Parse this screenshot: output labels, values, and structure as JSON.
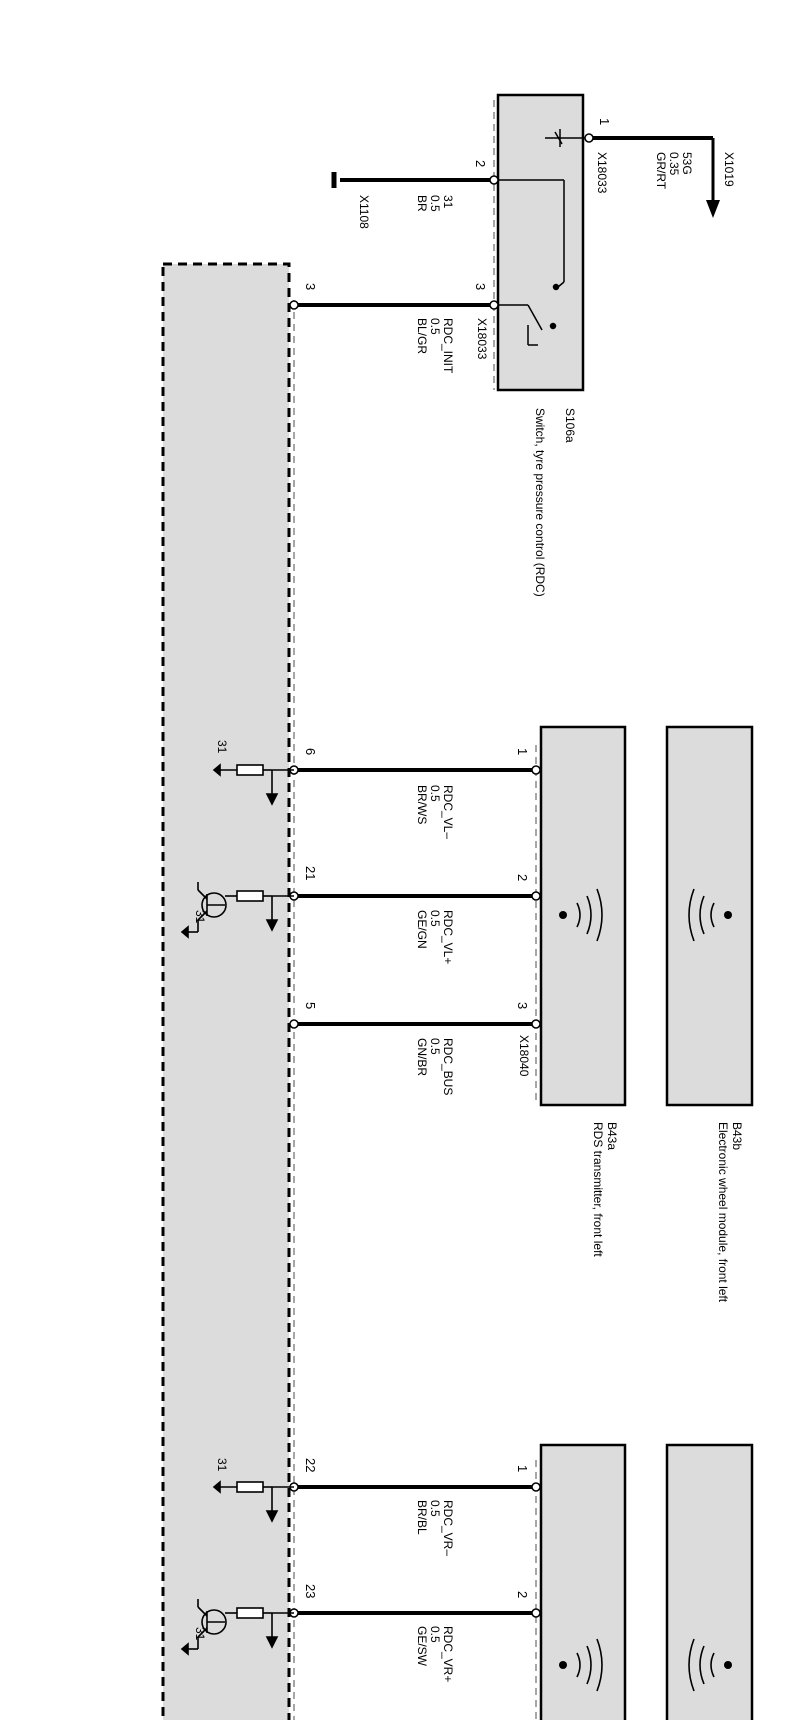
{
  "switch": {
    "id": "S106a",
    "name": "Switch, tyre pressure control (RDC)",
    "connector": "X18033",
    "pins": {
      "p1": "1",
      "p2": "2",
      "p3": "3"
    }
  },
  "ext": {
    "x1019": "X1019",
    "x1108": "X1108"
  },
  "wires": {
    "w53g": {
      "signal": "53G",
      "cs": "0.35",
      "color": "GR/RT"
    },
    "w31": {
      "signal": "31",
      "cs": "0.5",
      "color": "BR"
    },
    "winit": {
      "signal": "RDC_INIT",
      "cs": "0.5",
      "color": "BL/GR",
      "cpin": "3"
    },
    "wvlm": {
      "signal": "RDC_VL–",
      "cs": "0.5",
      "color": "BR/WS",
      "cpin": "6",
      "tpin": "1"
    },
    "wvlp": {
      "signal": "RDC_VL+",
      "cs": "0.5",
      "color": "GE/GN",
      "cpin": "21",
      "tpin": "2"
    },
    "wbus": {
      "signal": "RDC_BUS",
      "cs": "0.5",
      "color": "GN/BR",
      "cpin": "5",
      "tpin": "3"
    },
    "wvrm": {
      "signal": "RDC_VR–",
      "cs": "0.5",
      "color": "BR/BL",
      "cpin": "22",
      "tpin": "1"
    },
    "wvrp": {
      "signal": "RDC_VR+",
      "cs": "0.5",
      "color": "GE/SW",
      "cpin": "23",
      "tpin": "2"
    }
  },
  "transmitter_fl": {
    "id": "B43a",
    "name": "RDS transmitter, front left",
    "connector": "X18040"
  },
  "module_fl": {
    "id": "B43b",
    "name": "Electronic wheel module, front left"
  },
  "ground": {
    "label": "31"
  }
}
